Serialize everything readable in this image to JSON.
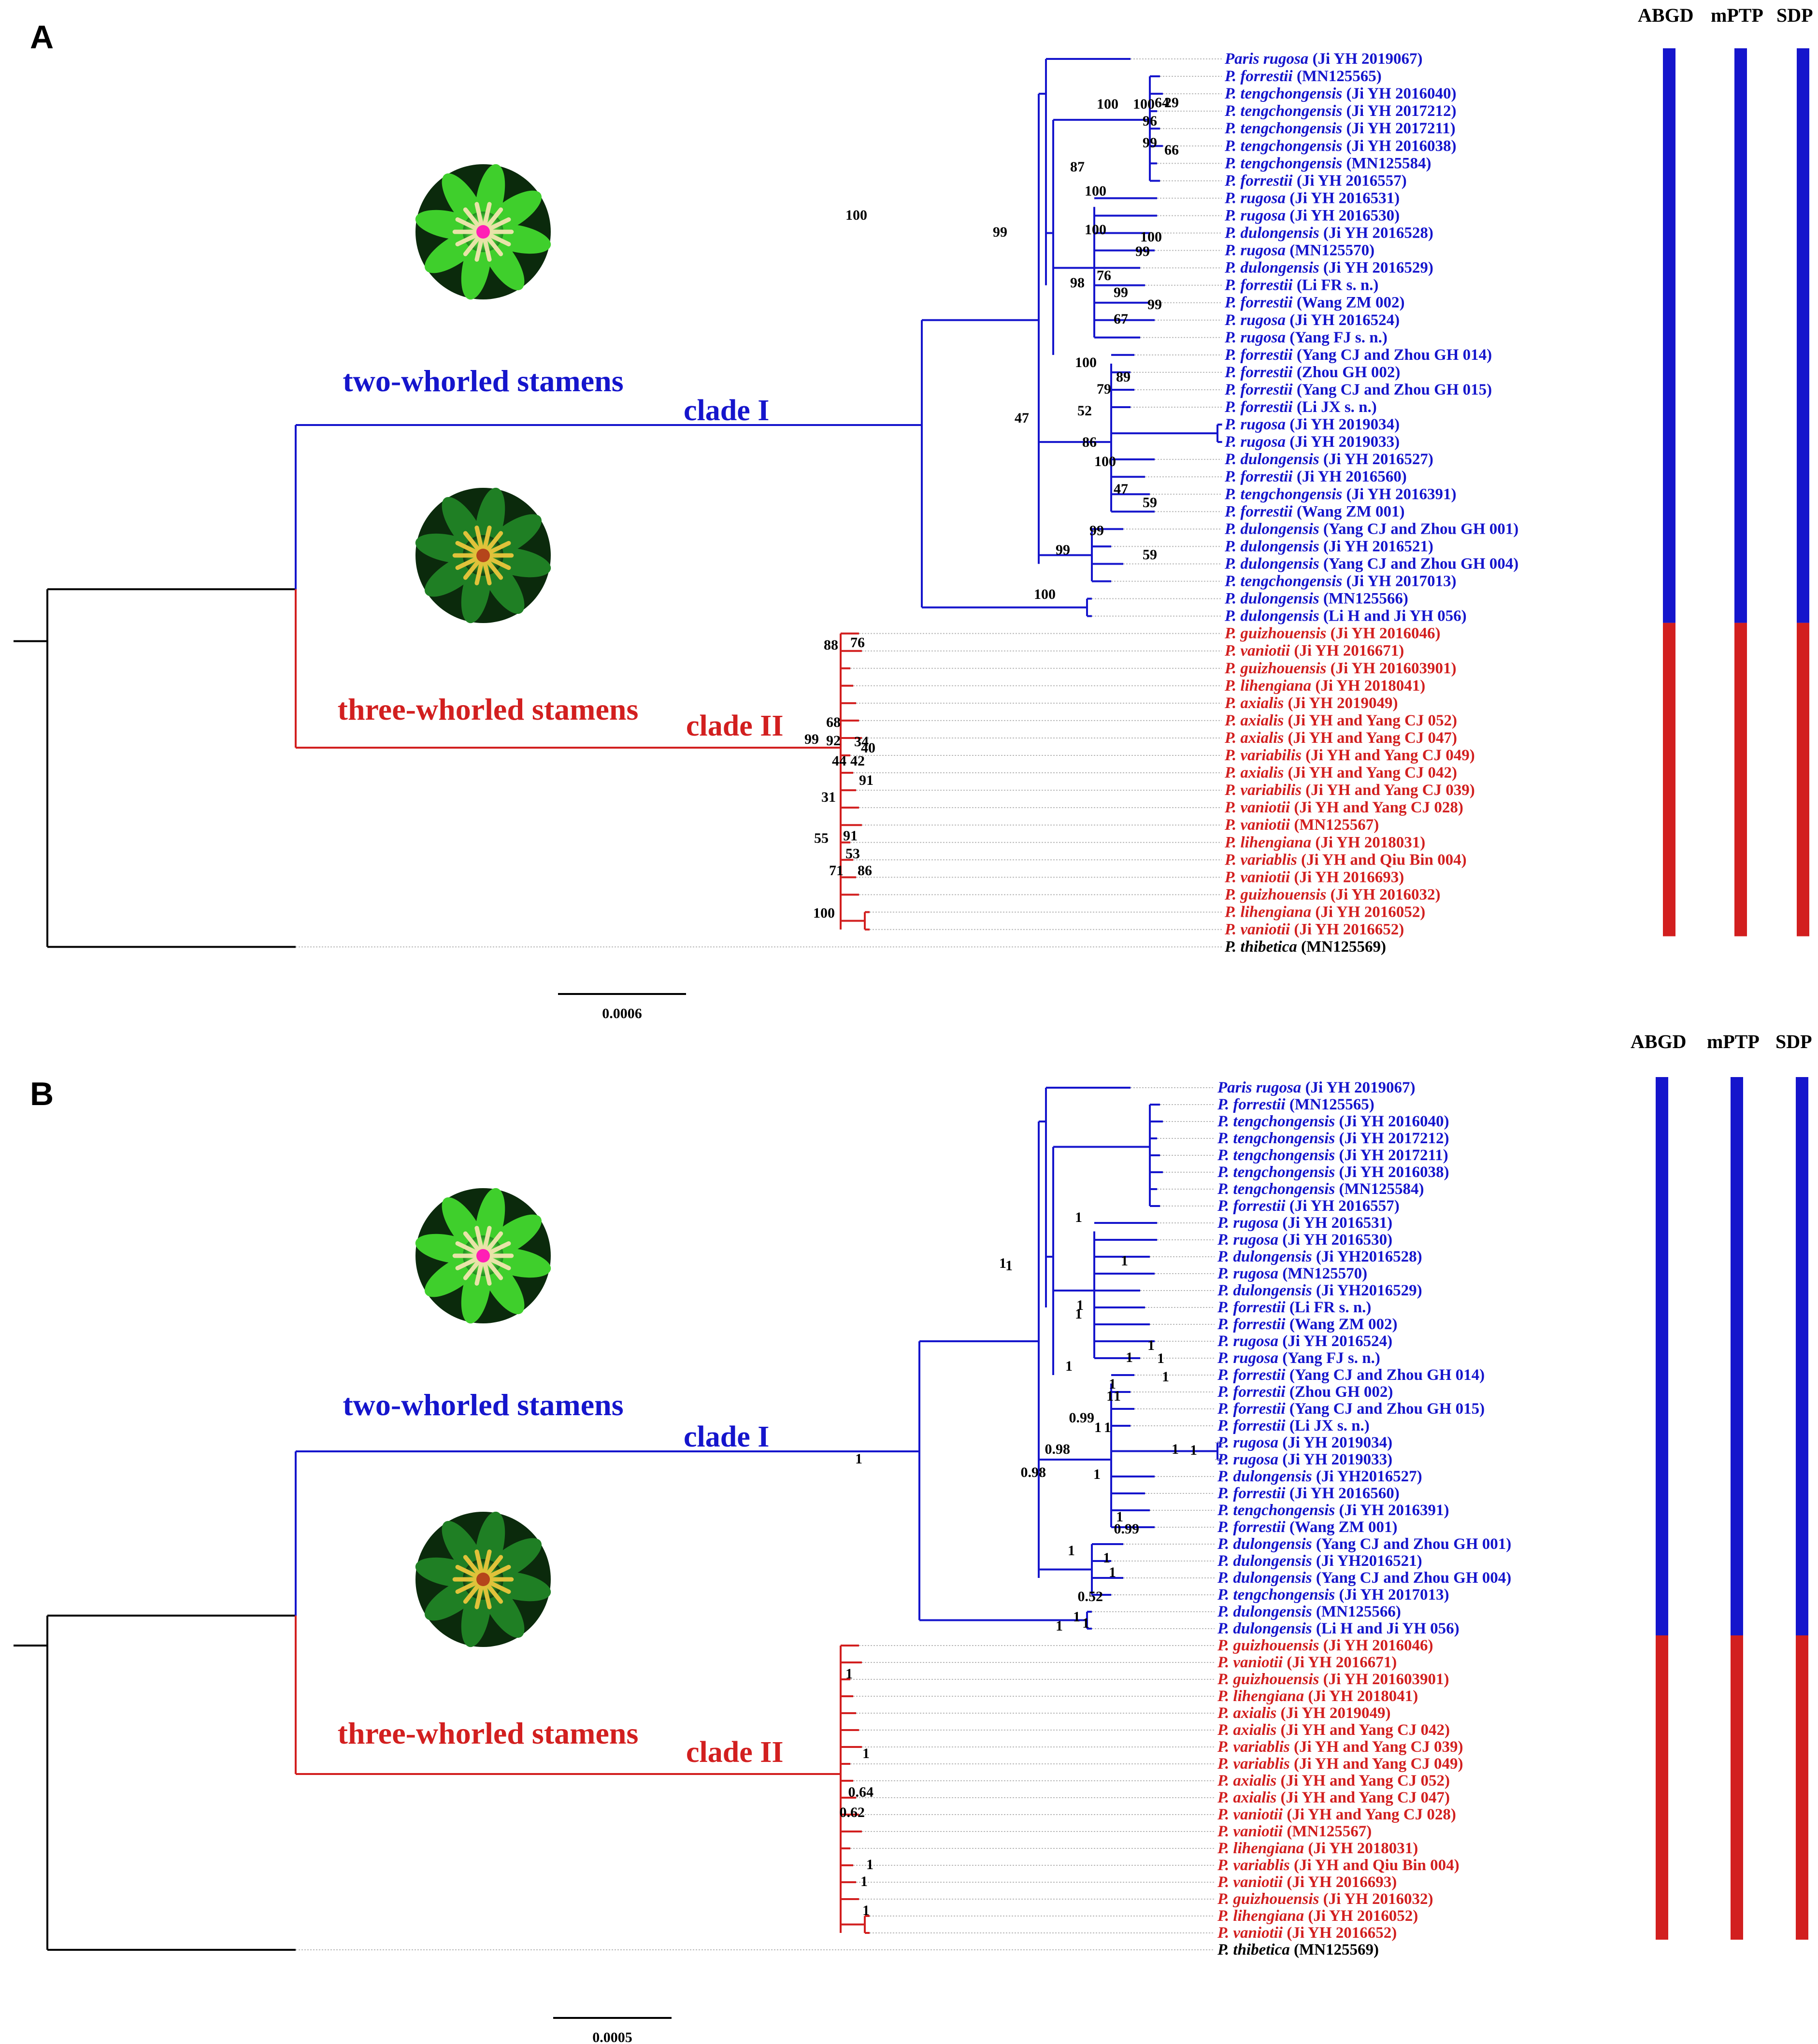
{
  "colors": {
    "clade1": "#1515cc",
    "clade2": "#d21f1f",
    "outgroup": "#000000",
    "guide": "#b9b9b9"
  },
  "header": {
    "abgd": "ABGD",
    "mptp": "mPTP",
    "sdp": "SDP"
  },
  "panels": [
    {
      "label": "A",
      "clade1_label": "clade I",
      "clade2_label": "clade II",
      "two_whorled": "two-whorled stamens",
      "three_whorled": "three-whorled stamens",
      "scale_label": "0.0006",
      "flower_images": [
        "pink-center-flower-photo",
        "red-star-center-flower-photo"
      ],
      "tips": [
        {
          "sp": "Paris rugosa",
          "id": "(Ji YH 2019067)",
          "clade": 1
        },
        {
          "sp": "P. forrestii",
          "id": " (MN125565)",
          "clade": 1
        },
        {
          "sp": "P. tengchongensis",
          "id": "(Ji YH 2016040)",
          "clade": 1
        },
        {
          "sp": "P. tengchongensis",
          "id": "(Ji YH 2017212)",
          "clade": 1
        },
        {
          "sp": "P. tengchongensis",
          "id": "(Ji YH 2017211)",
          "clade": 1
        },
        {
          "sp": "P. tengchongensis",
          "id": "(Ji YH 2016038)",
          "clade": 1
        },
        {
          "sp": "P. tengchongensis",
          "id": "(MN125584)",
          "clade": 1
        },
        {
          "sp": "P. forrestii",
          "id": "(Ji YH 2016557)",
          "clade": 1
        },
        {
          "sp": "P. rugosa",
          "id": "(Ji YH 2016531)",
          "clade": 1
        },
        {
          "sp": "P. rugosa",
          "id": "(Ji YH 2016530)",
          "clade": 1
        },
        {
          "sp": "P. dulongensis",
          "id": "(Ji YH 2016528)",
          "clade": 1
        },
        {
          "sp": "P. rugosa",
          "id": "(MN125570)",
          "clade": 1
        },
        {
          "sp": "P. dulongensis",
          "id": "(Ji YH 2016529)",
          "clade": 1
        },
        {
          "sp": "P. forrestii",
          "id": "(Li FR s. n.)",
          "clade": 1
        },
        {
          "sp": "P. forrestii",
          "id": "(Wang ZM 002)",
          "clade": 1
        },
        {
          "sp": "P. rugosa",
          "id": "(Ji YH 2016524)",
          "clade": 1
        },
        {
          "sp": "P. rugosa",
          "id": "(Yang FJ s. n.)",
          "clade": 1
        },
        {
          "sp": "P. forrestii",
          "id": "(Yang CJ and Zhou GH 014)",
          "clade": 1
        },
        {
          "sp": "P. forrestii",
          "id": "(Zhou GH 002)",
          "clade": 1
        },
        {
          "sp": "P. forrestii",
          "id": "(Yang CJ and Zhou GH 015)",
          "clade": 1
        },
        {
          "sp": "P. forrestii",
          "id": "(Li JX s. n.)",
          "clade": 1
        },
        {
          "sp": "P. rugosa",
          "id": "(Ji YH 2019034)",
          "clade": 1
        },
        {
          "sp": "P. rugosa",
          "id": "(Ji YH 2019033)",
          "clade": 1
        },
        {
          "sp": "P. dulongensis",
          "id": "(Ji YH 2016527)",
          "clade": 1
        },
        {
          "sp": "P. forrestii",
          "id": "(Ji YH 2016560)",
          "clade": 1
        },
        {
          "sp": "P. tengchongensis",
          "id": "(Ji YH 2016391)",
          "clade": 1
        },
        {
          "sp": "P. forrestii",
          "id": "(Wang ZM 001)",
          "clade": 1
        },
        {
          "sp": "P. dulongensis",
          "id": "(Yang CJ and Zhou GH 001)",
          "clade": 1
        },
        {
          "sp": "P. dulongensis",
          "id": "(Ji YH 2016521)",
          "clade": 1
        },
        {
          "sp": "P. dulongensis",
          "id": "(Yang CJ and Zhou GH 004)",
          "clade": 1
        },
        {
          "sp": "P. tengchongensis",
          "id": "(Ji YH 2017013)",
          "clade": 1
        },
        {
          "sp": "P. dulongensis",
          "id": "(MN125566)",
          "clade": 1
        },
        {
          "sp": "P. dulongensis",
          "id": "(Li H and Ji YH 056)",
          "clade": 1
        },
        {
          "sp": "P. guizhouensis",
          "id": "(Ji YH 2016046)",
          "clade": 2
        },
        {
          "sp": "P. vaniotii",
          "id": "(Ji YH 2016671)",
          "clade": 2
        },
        {
          "sp": "P. guizhouensis",
          "id": "(Ji YH 201603901)",
          "clade": 2
        },
        {
          "sp": "P. lihengiana",
          "id": "(Ji YH 2018041)",
          "clade": 2
        },
        {
          "sp": "P. axialis",
          "id": "(Ji YH 2019049)",
          "clade": 2
        },
        {
          "sp": "P. axialis",
          "id": "(Ji YH and Yang CJ 052)",
          "clade": 2
        },
        {
          "sp": "P. axialis",
          "id": "(Ji YH and Yang CJ 047)",
          "clade": 2
        },
        {
          "sp": "P. variabilis",
          "id": "(Ji YH and Yang CJ 049)",
          "clade": 2
        },
        {
          "sp": "P. axialis",
          "id": "(Ji YH and Yang CJ 042)",
          "clade": 2
        },
        {
          "sp": "P. variabilis",
          "id": "(Ji YH and Yang CJ 039)",
          "clade": 2
        },
        {
          "sp": "P. vaniotii",
          "id": "(Ji YH and Yang CJ 028)",
          "clade": 2
        },
        {
          "sp": "P. vaniotii",
          "id": "(MN125567)",
          "clade": 2
        },
        {
          "sp": "P. lihengiana",
          "id": "(Ji YH 2018031)",
          "clade": 2
        },
        {
          "sp": "P. variablis",
          "id": "(Ji YH and Qiu Bin 004)",
          "clade": 2
        },
        {
          "sp": "P. vaniotii",
          "id": "(Ji YH 2016693)",
          "clade": 2
        },
        {
          "sp": "P. guizhouensis",
          "id": "(Ji YH 2016032)",
          "clade": 2
        },
        {
          "sp": "P. lihengiana",
          "id": "(Ji YH 2016052)",
          "clade": 2
        },
        {
          "sp": "P. vaniotii",
          "id": "(Ji YH 2016652)",
          "clade": 2
        },
        {
          "sp": "P. thibetica",
          "id": "(MN125569)",
          "clade": 0
        }
      ],
      "supports": [
        "99",
        "100",
        "100",
        "87",
        "98",
        "47",
        "100",
        "64",
        "29",
        "96",
        "99",
        "66",
        "100",
        "100",
        "99",
        "100",
        "76",
        "99",
        "99",
        "67",
        "100",
        "89",
        "79",
        "52",
        "86",
        "100",
        "47",
        "59",
        "99",
        "99",
        "59",
        "100",
        "88",
        "76",
        "99",
        "68",
        "92",
        "44",
        "34",
        "40",
        "42",
        "91",
        "31",
        "55",
        "91",
        "53",
        "71",
        "86",
        "100"
      ]
    },
    {
      "label": "B",
      "clade1_label": "clade I",
      "clade2_label": "clade II",
      "two_whorled": "two-whorled stamens",
      "three_whorled": "three-whorled stamens",
      "scale_label": "0.0005",
      "flower_images": [
        "pink-center-flower-photo",
        "red-star-center-flower-photo"
      ],
      "tips": [
        {
          "sp": "Paris rugosa",
          "id": "(Ji YH 2019067)",
          "clade": 1
        },
        {
          "sp": "P. forrestii",
          "id": " (MN125565)",
          "clade": 1
        },
        {
          "sp": "P. tengchongensis",
          "id": "(Ji YH 2016040)",
          "clade": 1
        },
        {
          "sp": "P. tengchongensis",
          "id": "(Ji YH 2017212)",
          "clade": 1
        },
        {
          "sp": "P. tengchongensis",
          "id": "(Ji YH 2017211)",
          "clade": 1
        },
        {
          "sp": "P. tengchongensis",
          "id": "(Ji YH 2016038)",
          "clade": 1
        },
        {
          "sp": "P. tengchongensis",
          "id": "(MN125584)",
          "clade": 1
        },
        {
          "sp": "P. forrestii",
          "id": "(Ji YH 2016557)",
          "clade": 1
        },
        {
          "sp": "P. rugosa",
          "id": "(Ji YH 2016531)",
          "clade": 1
        },
        {
          "sp": "P. rugosa",
          "id": "(Ji YH 2016530)",
          "clade": 1
        },
        {
          "sp": "P. dulongensis",
          "id": "(Ji YH2016528)",
          "clade": 1
        },
        {
          "sp": "P. rugosa",
          "id": "(MN125570)",
          "clade": 1
        },
        {
          "sp": "P. dulongensis",
          "id": "(Ji YH2016529)",
          "clade": 1
        },
        {
          "sp": "P. forrestii",
          "id": "(Li FR s. n.)",
          "clade": 1
        },
        {
          "sp": "P. forrestii",
          "id": "(Wang ZM 002)",
          "clade": 1
        },
        {
          "sp": "P. rugosa",
          "id": "(Ji YH 2016524)",
          "clade": 1
        },
        {
          "sp": "P. rugosa",
          "id": "(Yang FJ s. n.)",
          "clade": 1
        },
        {
          "sp": "P. forrestii",
          "id": "(Yang CJ and Zhou GH 014)",
          "clade": 1
        },
        {
          "sp": "P. forrestii",
          "id": "(Zhou GH 002)",
          "clade": 1
        },
        {
          "sp": "P. forrestii",
          "id": "(Yang CJ and Zhou GH 015)",
          "clade": 1
        },
        {
          "sp": "P. forrestii",
          "id": "(Li JX s. n.)",
          "clade": 1
        },
        {
          "sp": "P. rugosa",
          "id": "(Ji YH 2019034)",
          "clade": 1
        },
        {
          "sp": "P. rugosa",
          "id": "(Ji YH 2019033)",
          "clade": 1
        },
        {
          "sp": "P. dulongensis",
          "id": "(Ji YH2016527)",
          "clade": 1
        },
        {
          "sp": "P. forrestii",
          "id": "(Ji YH 2016560)",
          "clade": 1
        },
        {
          "sp": "P. tengchongensis",
          "id": "(Ji YH 2016391)",
          "clade": 1
        },
        {
          "sp": "P. forrestii",
          "id": "(Wang ZM 001)",
          "clade": 1
        },
        {
          "sp": "P. dulongensis",
          "id": "(Yang CJ and Zhou GH 001)",
          "clade": 1
        },
        {
          "sp": "P. dulongensis",
          "id": "(Ji YH2016521)",
          "clade": 1
        },
        {
          "sp": "P. dulongensis",
          "id": "(Yang CJ and Zhou GH 004)",
          "clade": 1
        },
        {
          "sp": "P. tengchongensis",
          "id": "(Ji YH 2017013)",
          "clade": 1
        },
        {
          "sp": "P. dulongensis",
          "id": "(MN125566)",
          "clade": 1
        },
        {
          "sp": "P. dulongensis",
          "id": "(Li H and Ji YH 056)",
          "clade": 1
        },
        {
          "sp": "P. guizhouensis",
          "id": "(Ji YH 2016046)",
          "clade": 2
        },
        {
          "sp": "P. vaniotii",
          "id": "(Ji YH 2016671)",
          "clade": 2
        },
        {
          "sp": "P. guizhouensis",
          "id": "(Ji YH 201603901)",
          "clade": 2
        },
        {
          "sp": "P. lihengiana",
          "id": "(Ji YH 2018041)",
          "clade": 2
        },
        {
          "sp": "P. axialis",
          "id": "(Ji YH 2019049)",
          "clade": 2
        },
        {
          "sp": "P. axialis",
          "id": "(Ji YH and Yang CJ 042)",
          "clade": 2
        },
        {
          "sp": "P. variablis",
          "id": "(Ji YH and Yang CJ 039)",
          "clade": 2
        },
        {
          "sp": "P. variablis",
          "id": "(Ji YH and Yang CJ 049)",
          "clade": 2
        },
        {
          "sp": "P. axialis",
          "id": "(Ji YH and Yang CJ 052)",
          "clade": 2
        },
        {
          "sp": "P. axialis",
          "id": "(Ji YH and Yang CJ 047)",
          "clade": 2
        },
        {
          "sp": "P. vaniotii",
          "id": "(Ji YH and Yang CJ 028)",
          "clade": 2
        },
        {
          "sp": "P. vaniotii",
          "id": "(MN125567)",
          "clade": 2
        },
        {
          "sp": "P. lihengiana",
          "id": "(Ji YH 2018031)",
          "clade": 2
        },
        {
          "sp": "P. variablis",
          "id": "(Ji YH and Qiu Bin 004)",
          "clade": 2
        },
        {
          "sp": "P. vaniotii",
          "id": "(Ji YH 2016693)",
          "clade": 2
        },
        {
          "sp": "P. guizhouensis",
          "id": "(Ji YH 2016032)",
          "clade": 2
        },
        {
          "sp": "P. lihengiana",
          "id": "(Ji YH 2016052)",
          "clade": 2
        },
        {
          "sp": "P. vaniotii",
          "id": "(Ji YH 2016652)",
          "clade": 2
        },
        {
          "sp": "P. thibetica",
          "id": "(MN125569)",
          "clade": 0
        }
      ],
      "supports": [
        "1",
        "1",
        "1",
        "1",
        "1",
        "1",
        "1",
        "1",
        "1",
        "1",
        "1",
        "1",
        "1",
        "1",
        "1",
        "1",
        "1",
        "0.99",
        "1",
        "0.98",
        "0.98",
        "1",
        "1",
        "1",
        "0.99",
        "1",
        "1",
        "1",
        "0.52",
        "1",
        "1",
        "1",
        "1",
        "1",
        "0.64",
        "0.62",
        "1",
        "1",
        "1"
      ]
    }
  ]
}
